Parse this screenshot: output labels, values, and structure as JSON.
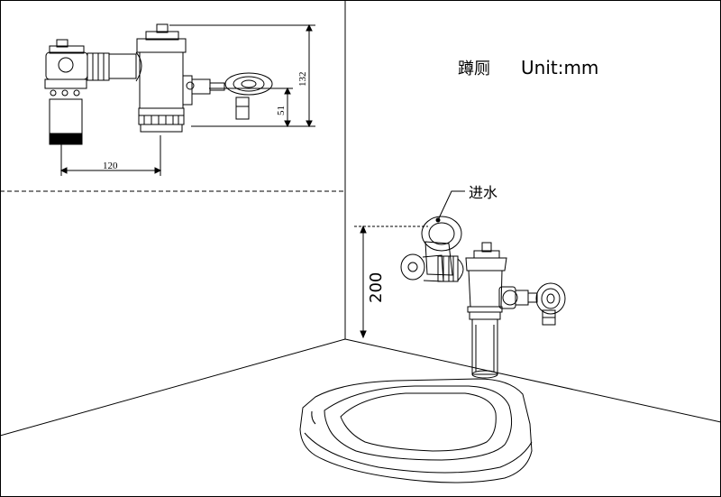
{
  "title": {
    "fixture": "蹲厕",
    "unit": "Unit:mm"
  },
  "dimensions": {
    "width_120": "120",
    "height_132": "132",
    "height_51": "51",
    "height_200": "200"
  },
  "callouts": {
    "water_inlet": "进水"
  },
  "colors": {
    "line": "#000000",
    "background": "#ffffff"
  }
}
